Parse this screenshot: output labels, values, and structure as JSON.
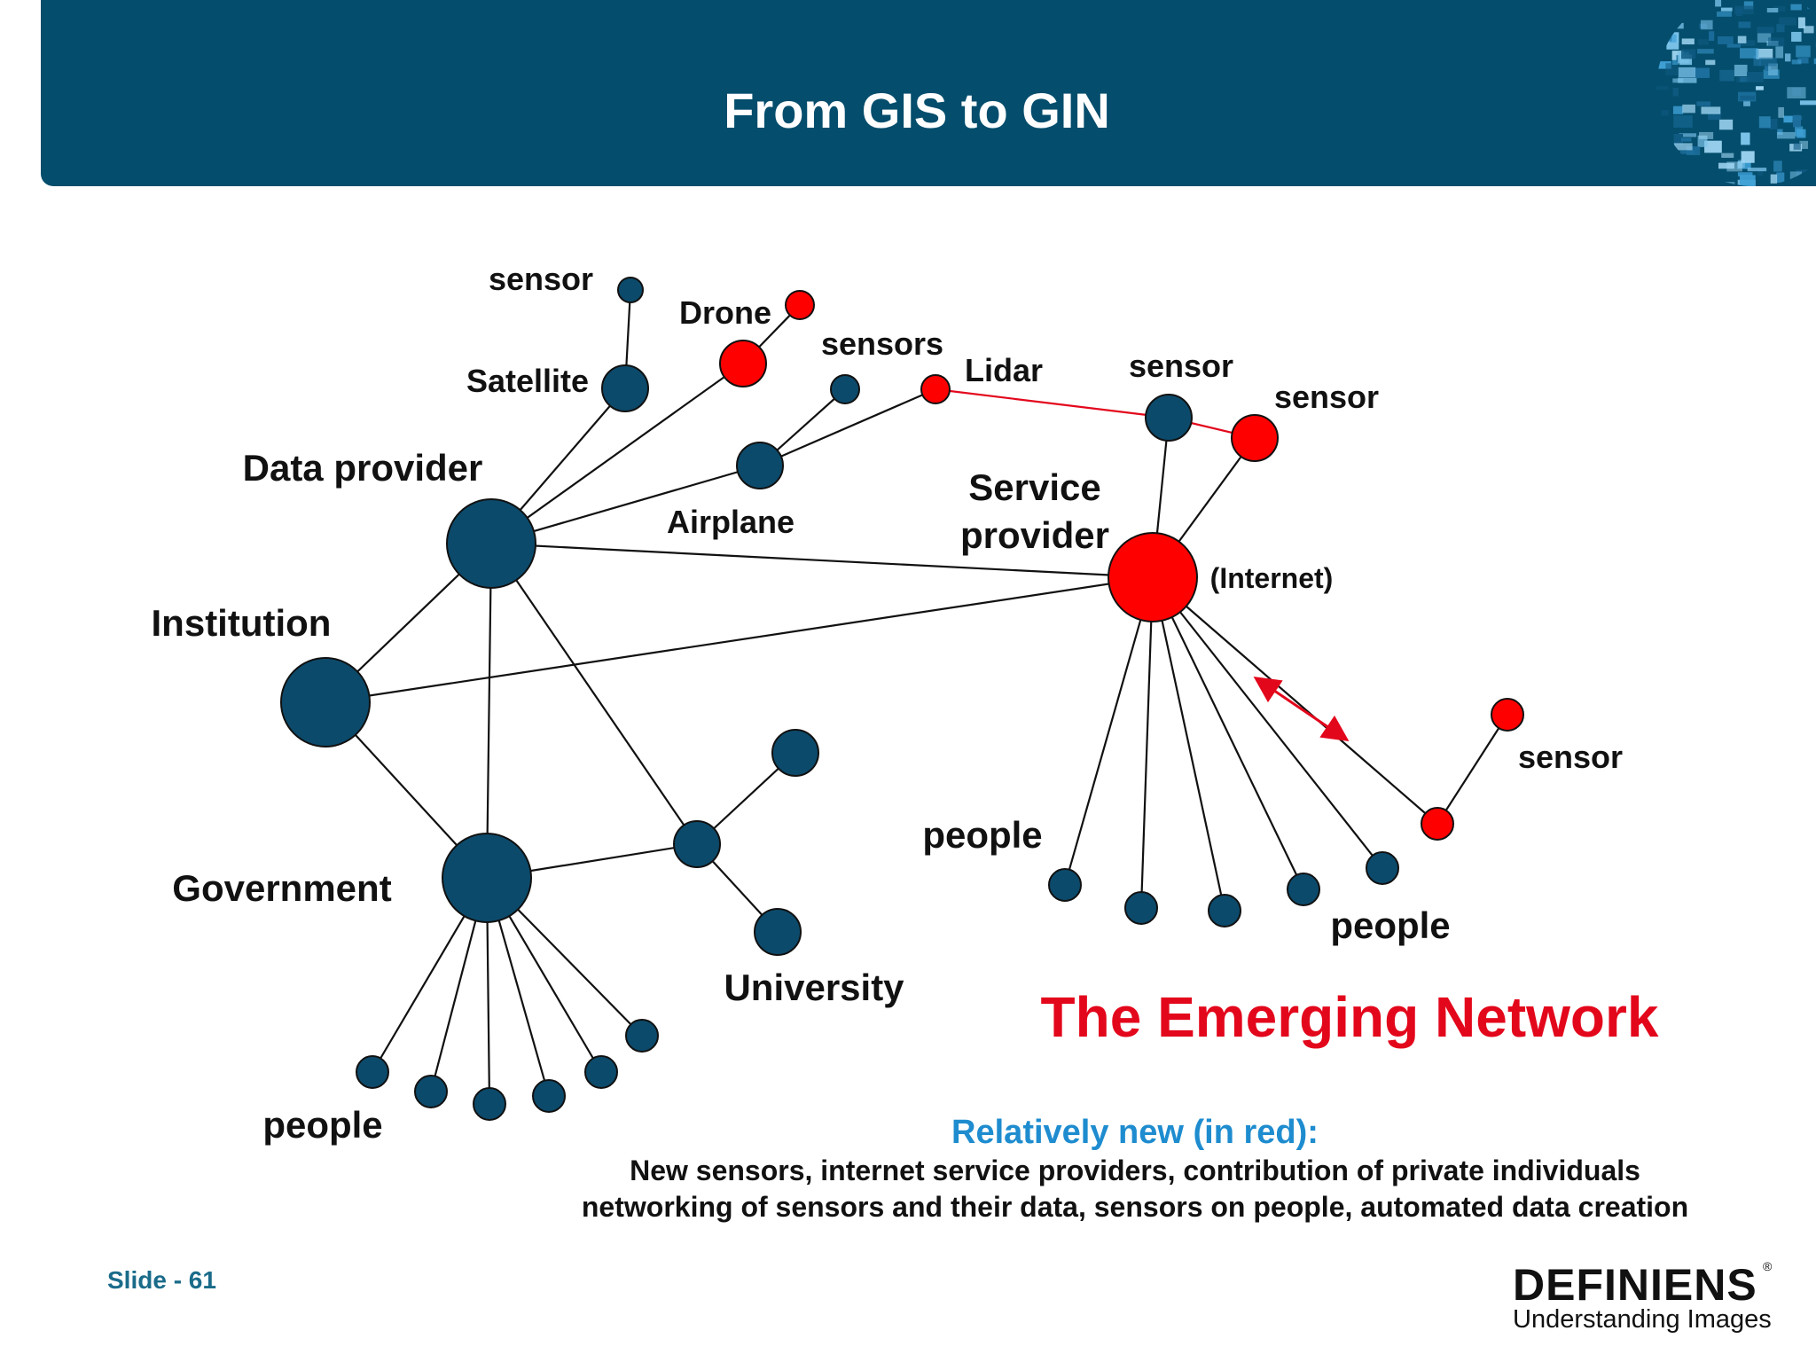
{
  "slide": {
    "title": "From GIS to GIN",
    "number_label": "Slide - 61"
  },
  "colors": {
    "header": "#044d6c",
    "node_blue": "#0c4a6b",
    "node_red": "#ff0000",
    "headline_red": "#e3071c",
    "note_blue": "#1e8ccf"
  },
  "diagram": {
    "labels": {
      "sensor_top": "sensor",
      "drone": "Drone",
      "sensors": "sensors",
      "lidar": "Lidar",
      "sensor_sp": "sensor",
      "sensor_red": "sensor",
      "satellite": "Satellite",
      "data_provider": "Data provider",
      "airplane": "Airplane",
      "service_line1": "Service",
      "service_line2": "provider",
      "internet": "(Internet)",
      "institution": "Institution",
      "sensor_right": "sensor",
      "people_mid": "people",
      "people_right": "people",
      "government": "Government",
      "university": "University",
      "people_left": "people"
    },
    "headline": "The Emerging Network"
  },
  "note": {
    "heading": "Relatively new (in red):",
    "line1": "New sensors, internet service providers, contribution of private individuals",
    "line2": "networking of sensors and their data, sensors on people, automated data creation"
  },
  "logo": {
    "word": "DEFINIENS",
    "tagline": "Understanding Images",
    "registered": "®"
  }
}
